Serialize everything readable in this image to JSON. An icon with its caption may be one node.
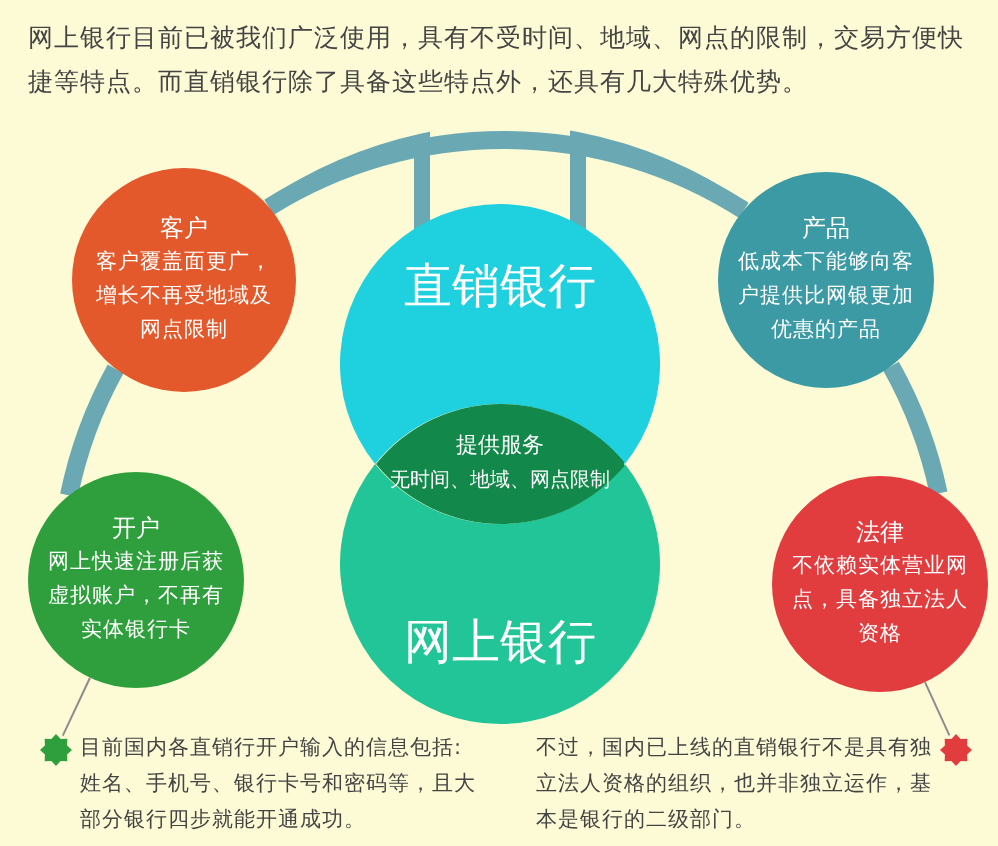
{
  "diagram": {
    "title": "网上银行目前已被我们广泛使用，具有不受时间、地域、网点的限制，交易方便快捷等特点。而直销银行除了具备这些特点外，还具有几大特殊优势。",
    "nodes": [
      {
        "text": [
          "客户",
          "客户覆盖面更广，增长不再受地域及网点限制"
        ]
      },
      {
        "text": [
          "产品",
          "低成本下能够向客户提供比网银更加优惠的产品"
        ]
      },
      {
        "text": [
          "直销银行"
        ]
      },
      {
        "text": [
          "提供服务",
          "无时间、地域、网点限制"
        ]
      },
      {
        "text": [
          "网上银行"
        ]
      },
      {
        "text": [
          "开户",
          "网上快速注册后获虚拟账户，不再有实体银行卡"
        ]
      },
      {
        "text": [
          "法律",
          "不依赖实体营业网点，具备独立法人资格"
        ]
      },
      {
        "text": [
          "目前国内各直销行开户输入的信息包括:姓名、手机号、银行卡号和密码等，且大部分银行四步就能开通成功。"
        ]
      },
      {
        "text": [
          "不过，国内已上线的直销银行不是具有独立法人资格的组织，也并非独立运作，基本是银行的二级部门。"
        ]
      }
    ],
    "edges": [
      {
        "from": 0,
        "to": 1,
        "arrow": "none"
      },
      {
        "from": 5,
        "to": 0,
        "arrow": "none"
      },
      {
        "from": 1,
        "to": 6,
        "arrow": "none"
      },
      {
        "from": 0,
        "to": 2,
        "arrow": "none"
      },
      {
        "from": 1,
        "to": 2,
        "arrow": "none"
      },
      {
        "from": 5,
        "to": 7,
        "arrow": "none",
        "color": "#8c8c8c"
      },
      {
        "from": 6,
        "to": 8,
        "arrow": "none",
        "color": "#8c8c8c"
      }
    ]
  }
}
